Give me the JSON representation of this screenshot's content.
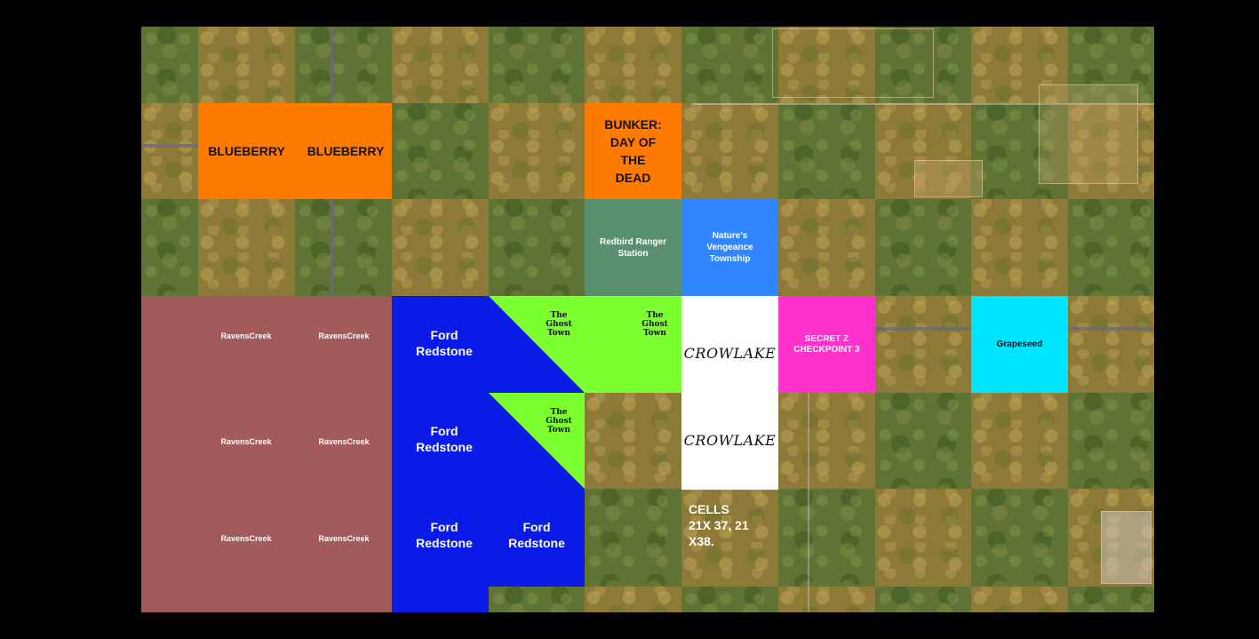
{
  "map": {
    "title": "",
    "colors": {
      "orange": "#ff7a00",
      "teal": "#5a8f6e",
      "blue_light": "#2f86ff",
      "rose": "#a35a5a",
      "blue": "#0a1be8",
      "lime": "#7cff2e",
      "white": "#ffffff",
      "magenta": "#ff33cc",
      "cyan": "#00e5ff"
    },
    "plots": {
      "blueberry_1": "BLUEBERRY",
      "blueberry_2": "BLUEBERRY",
      "bunker": "BUNKER: DAY OF THE DEAD",
      "redbird": "Redbird Ranger Station",
      "natures_vengeance": "Nature's Vengeance Township",
      "ravenscreek": [
        "RavensCreek",
        "RavensCreek",
        "RavensCreek",
        "RavensCreek",
        "RavensCreek",
        "RavensCreek"
      ],
      "ford_redstone": [
        "Ford Redstone",
        "Ford Redstone",
        "Ford Redstone",
        "Ford Redstone"
      ],
      "ghost_town": [
        "The Ghost Town",
        "The Ghost Town",
        "The Ghost Town"
      ],
      "crowlake": [
        "CROWLAKE",
        "CROWLAKE"
      ],
      "secret_z": "SECRET Z CHECKPOINT 3",
      "grapeseed": "Grapeseed",
      "cells_note": "CELLS 21X 37, 21 X38."
    }
  }
}
